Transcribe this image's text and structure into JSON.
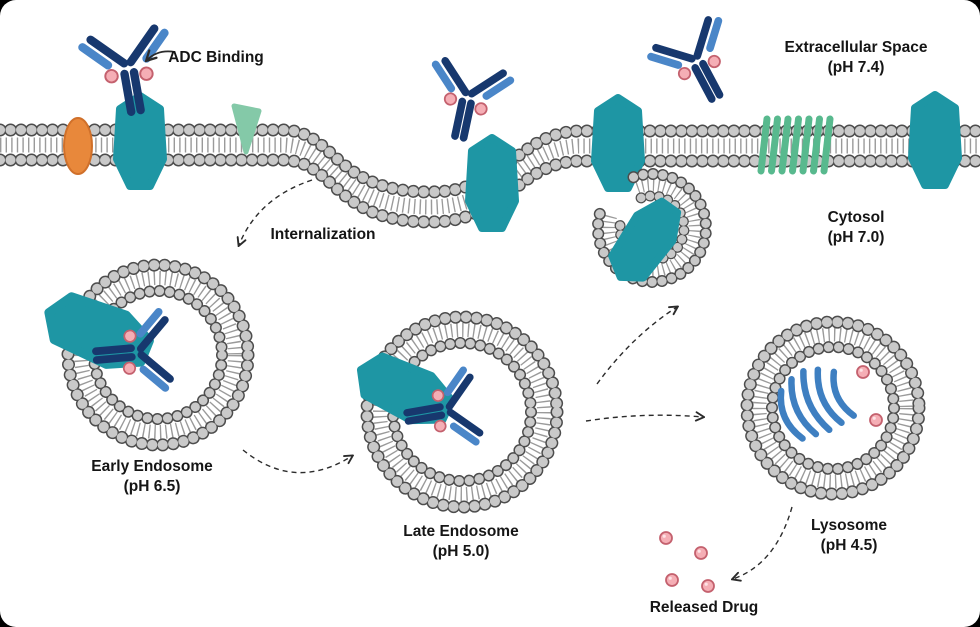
{
  "diagram": {
    "subject": "ADC internalization pathway"
  },
  "labels": {
    "adc_binding": "ADC Binding",
    "extracellular_space_line1": "Extracellular Space",
    "extracellular_space_line2": "(pH 7.4)",
    "cytosol_line1": "Cytosol",
    "cytosol_line2": "(pH 7.0)",
    "internalization": "Internalization",
    "early_endosome_line1": "Early Endosome",
    "early_endosome_line2": "(pH 6.5)",
    "late_endosome_line1": "Late Endosome",
    "late_endosome_line2": "(pH 5.0)",
    "lysosome_line1": "Lysosome",
    "lysosome_line2": "(pH 4.5)",
    "released_drug": "Released Drug"
  },
  "colors": {
    "receptor_teal": "#1E96A4",
    "membrane_head_fill": "#C9C9C9",
    "membrane_head_outline": "#4D4D4D",
    "membrane_tails": "#9A9A9A",
    "antibody_heavy_chain_blue": "#17386E",
    "antibody_light_chain_blue": "#4A86C8",
    "drug_payload_pink_fill": "#F5AEB5",
    "drug_payload_pink_outline": "#C4616E",
    "orange_protein": "#E8883B",
    "green_protein": "#6FC29B",
    "gpcr_coil_green": "#58B98E",
    "lysosome_strand_blue": "#3E7FC1",
    "arrow": "#2B2B2B",
    "text": "#151515",
    "background": "#FFFFFF"
  }
}
